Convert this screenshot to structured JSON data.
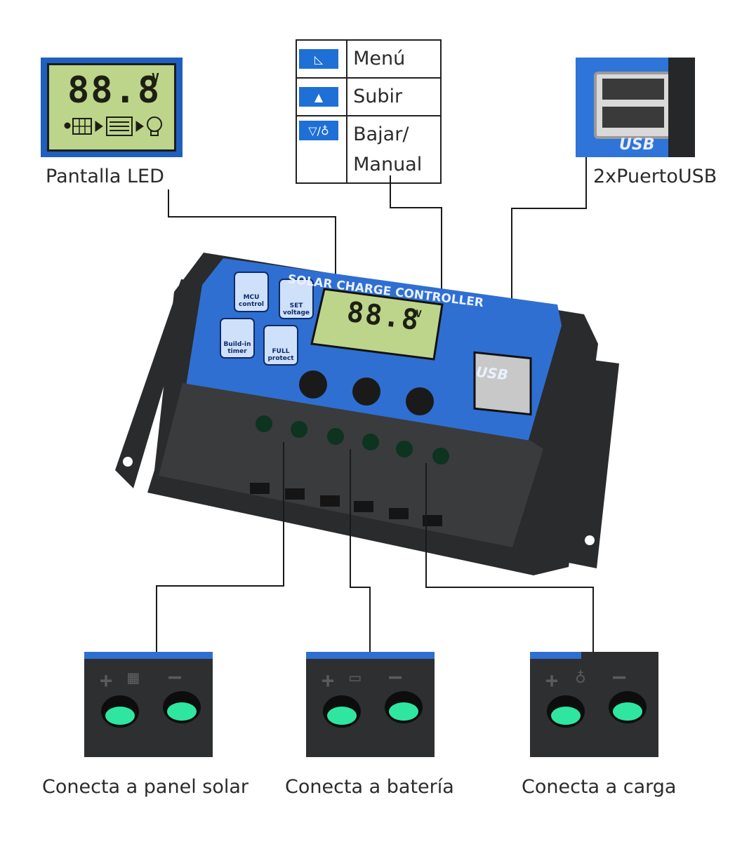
{
  "lcd_display": {
    "digits": "88.8",
    "unit": "V"
  },
  "labels": {
    "screen": "Pantalla LED",
    "usb": "2xPuertoUSB",
    "solar": "Conecta a panel solar",
    "battery": "Conecta a batería",
    "load": "Conecta a carga"
  },
  "buttons_legend": [
    {
      "icon": "menu-icon",
      "label": "Menú"
    },
    {
      "icon": "up-icon",
      "label": "Subir"
    },
    {
      "icon": "down-manual-icon",
      "label": "Bajar/ Manual"
    }
  ],
  "device": {
    "title": "SOLAR CHARGE CONTROLLER",
    "features": [
      {
        "icon": "chip-icon",
        "label": "MCU control"
      },
      {
        "icon": "gear-icon",
        "label": "SET voltage"
      },
      {
        "icon": "clock-icon",
        "label": "Build-in timer"
      },
      {
        "icon": "lock-icon",
        "label": "FULL protect"
      }
    ],
    "usb_label": "USB"
  },
  "colors": {
    "accent_blue": "#2f6fd2",
    "lcd_green": "#bdd58a",
    "terminal_green": "#2fe6a0",
    "body_black": "#2a2b2d"
  }
}
